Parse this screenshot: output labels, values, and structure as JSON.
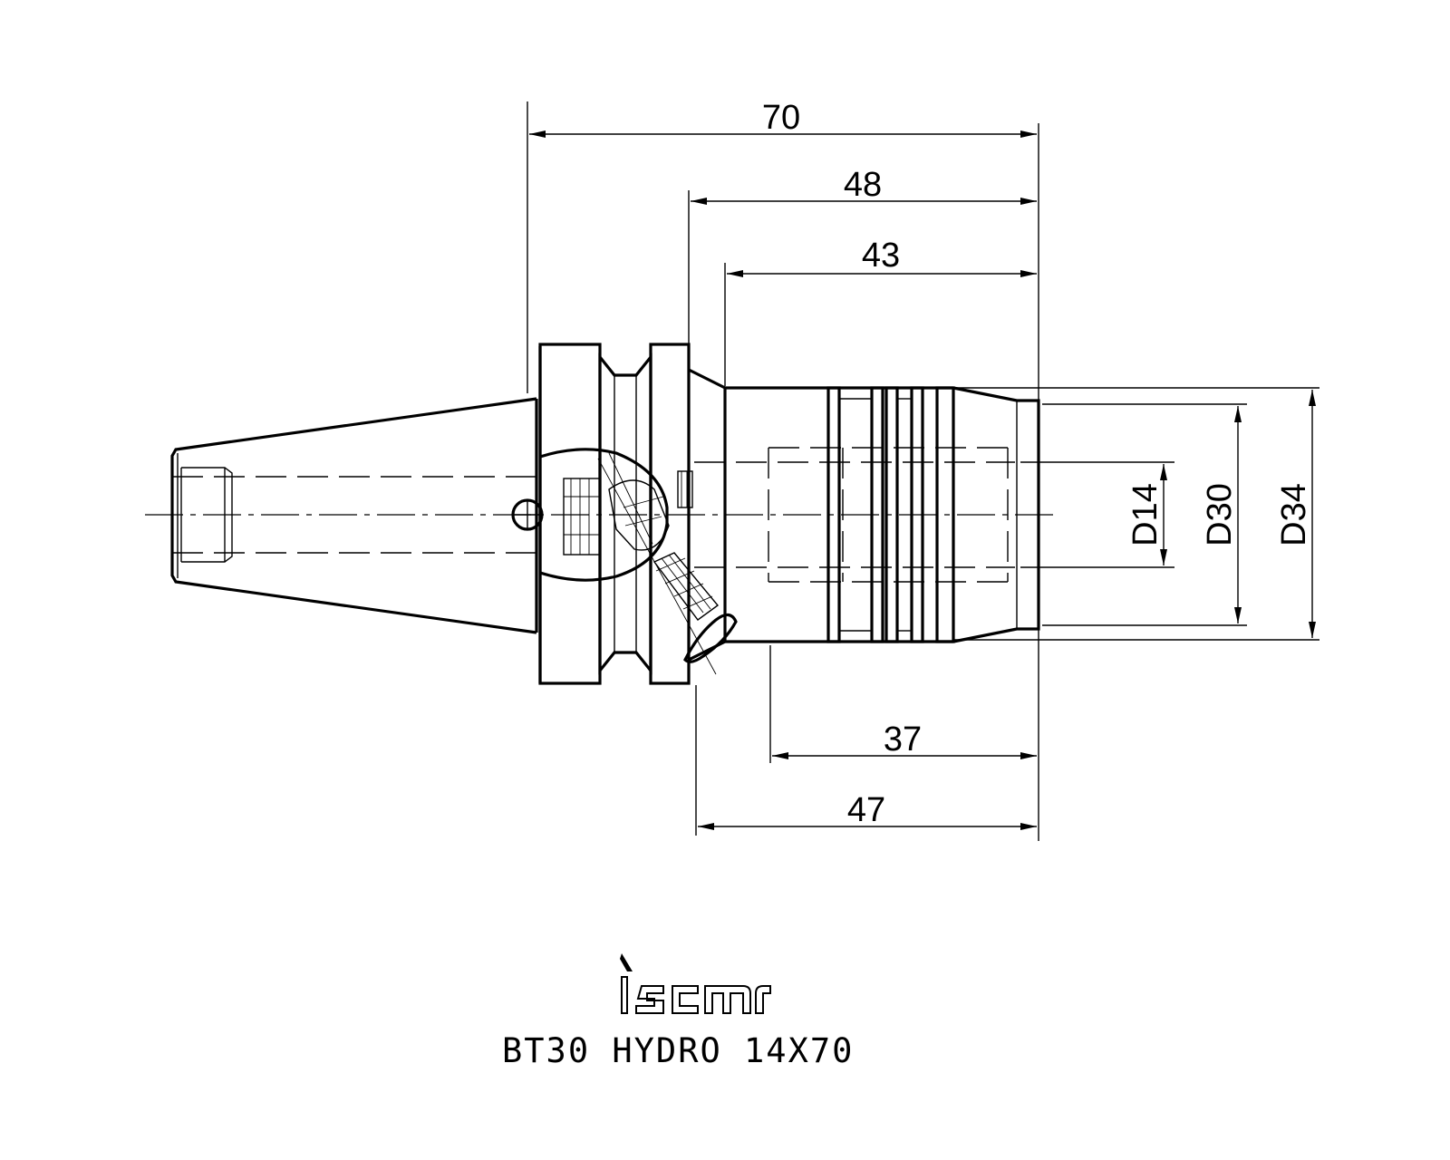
{
  "dimensions": {
    "overall_length": "70",
    "length_48": "48",
    "length_43": "43",
    "length_37": "37",
    "length_47": "47",
    "bore_diameter": "D14",
    "body_diameter": "D30",
    "max_diameter": "D34"
  },
  "logo": {
    "brand": "iscar"
  },
  "caption": {
    "model": "BT30 HYDRO 14X70"
  }
}
